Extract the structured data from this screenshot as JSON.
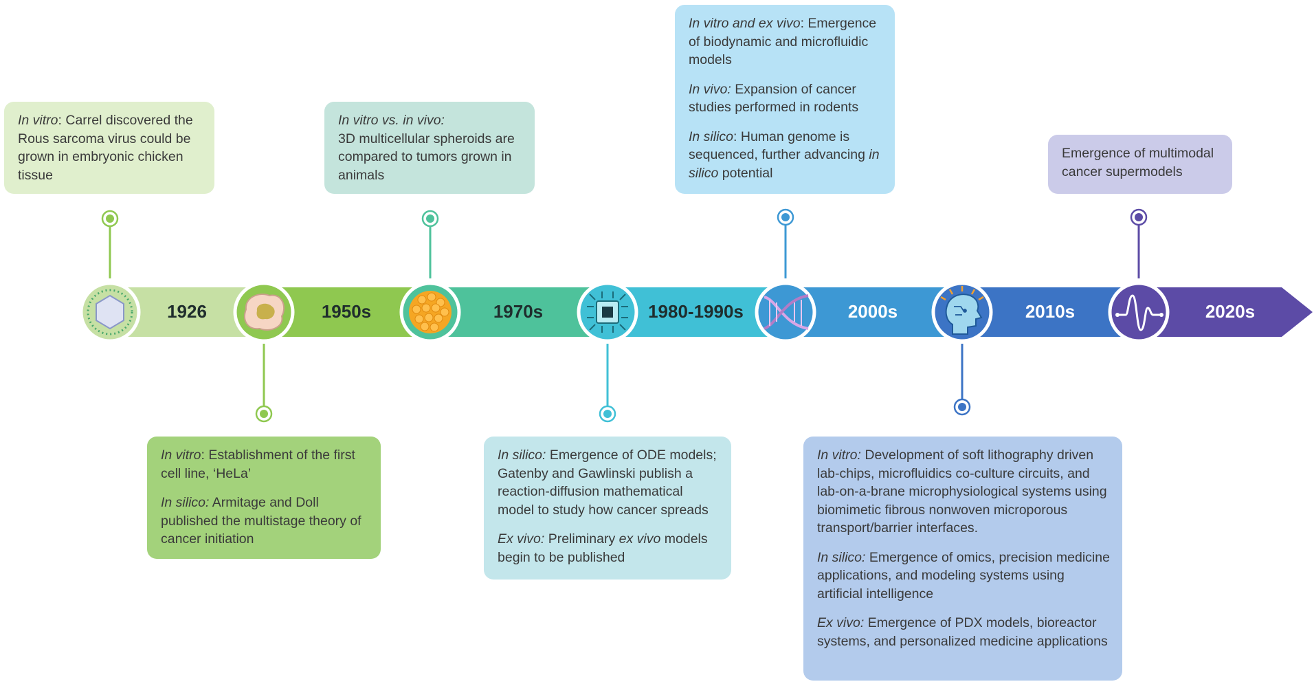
{
  "periods": [
    {
      "year": "1926",
      "color": "#c6e0a4",
      "icon": "virus-icon"
    },
    {
      "year": "1950s",
      "color": "#8fc850",
      "icon": "cell-icon"
    },
    {
      "year": "1970s",
      "color": "#4ec29b",
      "icon": "spheroid-icon"
    },
    {
      "year": "1980-1990s",
      "color": "#40c0d6",
      "icon": "microchip-icon"
    },
    {
      "year": "2000s",
      "color": "#3d98d4",
      "icon": "dna-icon"
    },
    {
      "year": "2010s",
      "color": "#3c74c5",
      "icon": "ai-head-icon"
    },
    {
      "year": "2020s",
      "color": "#5c4ba6",
      "icon": "waveform-icon"
    }
  ],
  "events": {
    "e1926": {
      "label": "In vitro",
      "text": ": Carrel discovered the Rous sarcoma virus could be grown in embryonic chicken tissue"
    },
    "e1950s": {
      "p1_label": "In vitro",
      "p1_text": ": Establishment of the first cell line, ‘HeLa’",
      "p2_label": "In silico:",
      "p2_text": " Armitage and Doll published the multistage theory of cancer initiation"
    },
    "e1970s_top": {
      "label": "In vitro vs. in vivo:",
      "text": "3D multicellular spheroids are compared to tumors grown in animals"
    },
    "e1980s": {
      "p1_label": "In silico:",
      "p1_text": " Emergence of ODE models; Gatenby and Gawlinski publish a reaction-diffusion mathematical model to study how cancer spreads",
      "p2_label": "Ex vivo:",
      "p2_text_a": " Preliminary ",
      "p2_label_b": "ex vivo",
      "p2_text_b": " models begin to be published"
    },
    "e2000s": {
      "p1_label": "In vitro and ex vivo",
      "p1_text": ": Emergence of biodynamic and microfluidic models",
      "p2_label": "In vivo:",
      "p2_text": " Expansion of cancer studies performed in rodents",
      "p3_label": "In silico",
      "p3_text": ": Human genome is sequenced, further advancing ",
      "p3_label_b": "in silico",
      "p3_text_b": " potential"
    },
    "e2010s": {
      "p1_label": "In vitro:",
      "p1_text": " Development of soft lithography driven lab-chips, microfluidics co-culture circuits, and lab-on-a-brane microphysiological systems using biomimetic fibrous nonwoven microporous transport/barrier interfaces.",
      "p2_label": "In silico:",
      "p2_text": " Emergence of omics, precision medicine applications, and modeling systems using artificial intelligence",
      "p3_label": "Ex vivo:",
      "p3_text": " Emergence of PDX models, bioreactor systems, and personalized medicine applications"
    },
    "e2020s": {
      "text": "Emergence of multimodal cancer supermodels"
    }
  },
  "box_colors": [
    "#e0efcd",
    "#a3d27b",
    "#c4e4dc",
    "#c3e6eb",
    "#b7e2f6",
    "#b3cbec",
    "#cbcbe9"
  ]
}
